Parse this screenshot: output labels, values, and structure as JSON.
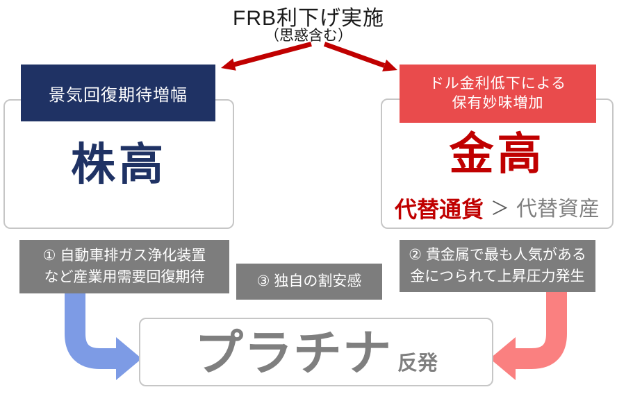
{
  "colors": {
    "navy": "#1f3264",
    "box_red": "#e94b4c",
    "accent_red": "#c00000",
    "box_gray": "#7d7d7d",
    "text_gray": "#7f7f7f",
    "operator_gray": "#595959",
    "arrow_blue": "#7d9be5",
    "arrow_pink": "#fa8080",
    "card_border": "#c6c6c6",
    "title_black": "#1a1a1a"
  },
  "title": {
    "main": "FRB利下げ実施",
    "sub": "（思惑含む）"
  },
  "left_branch": {
    "header": "景気回復期待増幅",
    "result": "株高",
    "note_line1": "① 自動車排ガス浄化装置",
    "note_line2": "など産業用需要回復期待"
  },
  "right_branch": {
    "header_line1": "ドル金利低下による",
    "header_line2": "保有妙味増加",
    "result": "金高",
    "compare_left": "代替通貨",
    "compare_operator": "＞",
    "compare_right": "代替資産",
    "note_line1": "② 貴金属で最も人気がある",
    "note_line2": "金につられて上昇圧力発生"
  },
  "center_note": {
    "label": "③ 独自の割安感"
  },
  "outcome": {
    "main": "プラチナ",
    "suffix": "反発"
  },
  "icons": {
    "split_arrow_left": "red-diagonal-arrow",
    "split_arrow_right": "red-diagonal-arrow",
    "left_flow_arrow": "blue-elbow-arrow",
    "right_flow_arrow": "pink-elbow-arrow"
  }
}
